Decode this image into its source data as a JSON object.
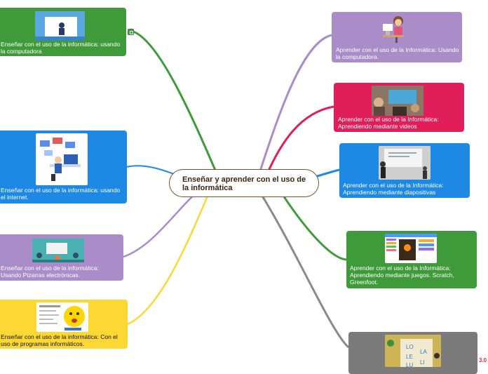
{
  "central": {
    "title": "Enseñar y aprender con el uso de la informática"
  },
  "left_nodes": [
    {
      "label": "Enseñar con el uso de la informática: usando la computadora",
      "color": "#3f9b3a",
      "image": "teacher-at-whiteboard-illustration"
    },
    {
      "label": "Enseñar con el uso de la informática: usando  el internet.",
      "color": "#1e88e5",
      "image": "person-at-computer-illustration"
    },
    {
      "label": "Enseñar con el uso de la informática: Usando Pizarras electrónicas.",
      "color": "#a98cc8",
      "image": "classroom-illustration"
    },
    {
      "label": "Enseñar con el uso de la informática: Con el uso de programas informáticos.",
      "color": "#fdd835",
      "image": "program-screenshot-emoji"
    }
  ],
  "right_nodes": [
    {
      "label": "Aprender con el uso de la Informática: Usando la computadora.",
      "color": "#a98cc8",
      "image": "student-at-computer-illustration"
    },
    {
      "label": "Aprender con el uso de la Informática: Aprendiendo mediante videos",
      "color": "#e01e5a",
      "image": "students-watching-video-photo"
    },
    {
      "label": "Aprender con el uso de la Informática: Aprendiendo mediante diapositivas",
      "color": "#1e88e5",
      "image": "presentation-room-photo"
    },
    {
      "label": "Aprender con el uso de la Informática: Aprendiendo mediante juegos. Scratch, Greenfoot.",
      "color": "#3f9b3a",
      "image": "scratch-editor-screenshot"
    },
    {
      "label": "",
      "color": "#7b7b7b",
      "image": "syllable-cards-illustration",
      "syllables": [
        "LO",
        "LA",
        "LE",
        "LI",
        "LU"
      ]
    }
  ],
  "branch_colors": {
    "left": [
      "#3f9b3a",
      "#1e88e5",
      "#a98cc8",
      "#fdd835"
    ],
    "right": [
      "#a98cc8",
      "#e01e5a",
      "#1e88e5",
      "#3f9b3a",
      "#8a8a8a"
    ]
  },
  "zoom_level": "3.0"
}
